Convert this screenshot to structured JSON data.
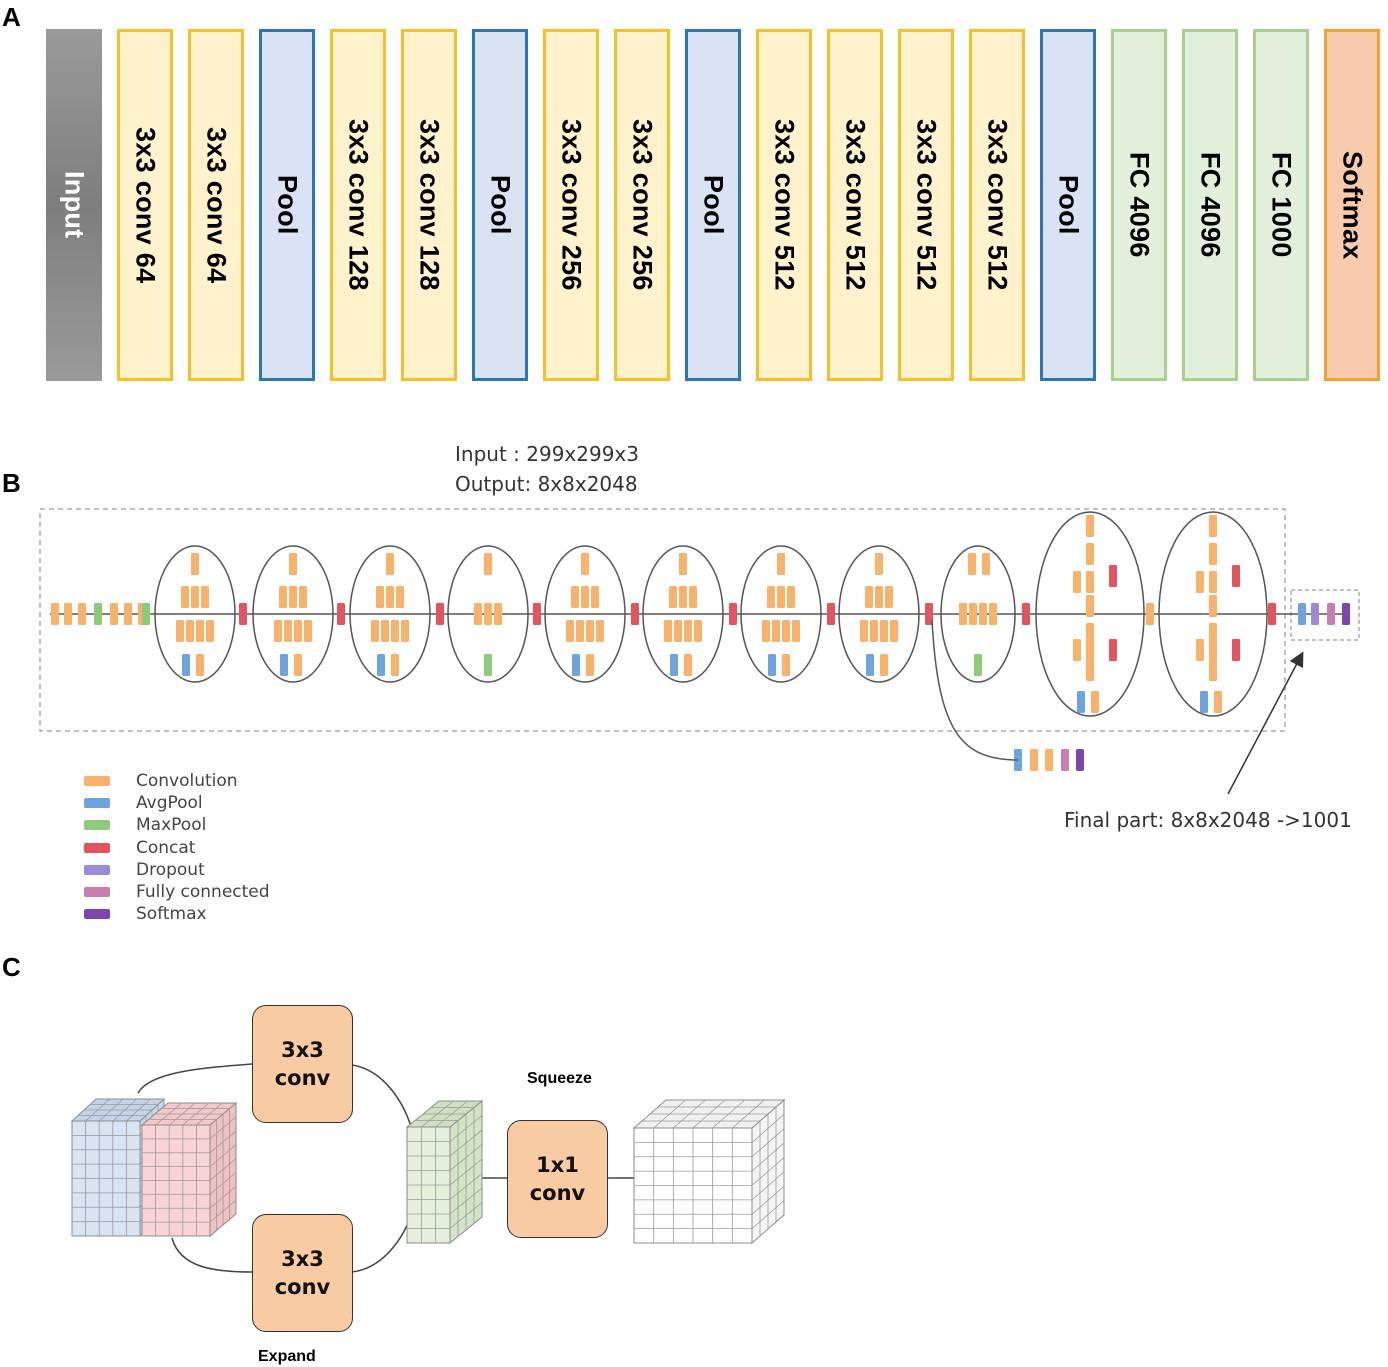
{
  "panels": {
    "a": {
      "label": "A"
    },
    "b": {
      "label": "B"
    },
    "c": {
      "label": "C"
    }
  },
  "panel_a": {
    "layers": [
      {
        "label": "Input",
        "kind": "input"
      },
      {
        "label": "3x3 conv 64",
        "kind": "conv"
      },
      {
        "label": "3x3 conv 64",
        "kind": "conv"
      },
      {
        "label": "Pool",
        "kind": "pool"
      },
      {
        "label": "3x3 conv 128",
        "kind": "conv"
      },
      {
        "label": "3x3 conv 128",
        "kind": "conv"
      },
      {
        "label": "Pool",
        "kind": "pool"
      },
      {
        "label": "3x3 conv 256",
        "kind": "conv"
      },
      {
        "label": "3x3 conv 256",
        "kind": "conv"
      },
      {
        "label": "Pool",
        "kind": "pool"
      },
      {
        "label": "3x3 conv 512",
        "kind": "conv"
      },
      {
        "label": "3x3 conv 512",
        "kind": "conv"
      },
      {
        "label": "3x3 conv 512",
        "kind": "conv"
      },
      {
        "label": "3x3 conv 512",
        "kind": "conv"
      },
      {
        "label": "Pool",
        "kind": "pool"
      },
      {
        "label": "FC 4096",
        "kind": "fc"
      },
      {
        "label": "FC 4096",
        "kind": "fc"
      },
      {
        "label": "FC 1000",
        "kind": "fc"
      },
      {
        "label": "Softmax",
        "kind": "softmax"
      }
    ]
  },
  "panel_b": {
    "input_text": "Input : 299x299x3",
    "output_text": "Output: 8x8x2048",
    "final_part_text": "Final part: 8x8x2048 ->1001",
    "legend": [
      {
        "label": "Convolution",
        "color": "#f7b26b"
      },
      {
        "label": "AvgPool",
        "color": "#6fa3dc"
      },
      {
        "label": "MaxPool",
        "color": "#8ccb7a"
      },
      {
        "label": "Concat",
        "color": "#e2545f"
      },
      {
        "label": "Dropout",
        "color": "#9c8ad4"
      },
      {
        "label": "Fully connected",
        "color": "#c77fb2"
      },
      {
        "label": "Softmax",
        "color": "#7c45b0"
      }
    ]
  },
  "panel_c": {
    "squeeze_label": "Squeeze",
    "expand_label": "Expand",
    "conv_top": {
      "line1": "3x3",
      "line2": "conv"
    },
    "conv_bottom": {
      "line1": "3x3",
      "line2": "conv"
    },
    "conv_squeeze": {
      "line1": "1x1",
      "line2": "conv"
    }
  }
}
